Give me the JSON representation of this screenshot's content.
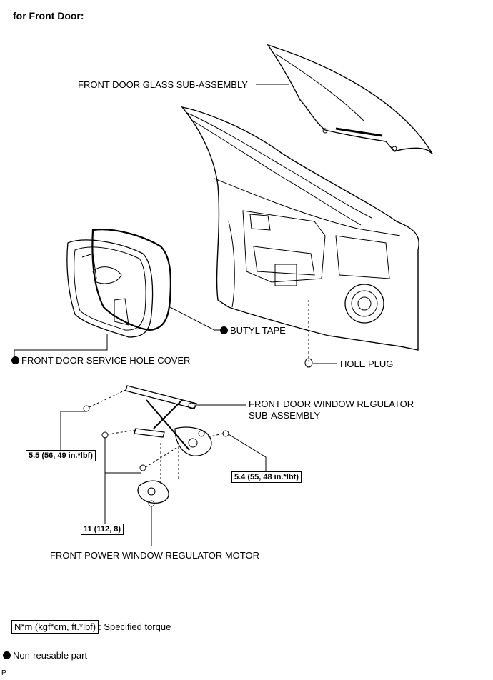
{
  "heading": "for Front Door:",
  "labels": {
    "glass": "FRONT DOOR GLASS SUB-ASSEMBLY",
    "butyl": "BUTYL TAPE",
    "service_cover": "FRONT DOOR SERVICE HOLE COVER",
    "hole_plug": "HOLE PLUG",
    "regulator_line1": "FRONT DOOR WINDOW REGULATOR",
    "regulator_line2": "SUB-ASSEMBLY",
    "motor": "FRONT POWER WINDOW REGULATOR MOTOR"
  },
  "torques": {
    "t1": "5.5 (56, 49 in.*lbf)",
    "t2": "5.4 (55, 48 in.*lbf)",
    "t3": "11 (112, 8)"
  },
  "legend": {
    "torque_box": "N*m (kgf*cm, ft.*lbf)",
    "torque_desc": ": Specified torque",
    "nonreusable": "Non-reusable part"
  },
  "footer_code": "P",
  "icons": [
    "non-reusable-dot-icon"
  ]
}
